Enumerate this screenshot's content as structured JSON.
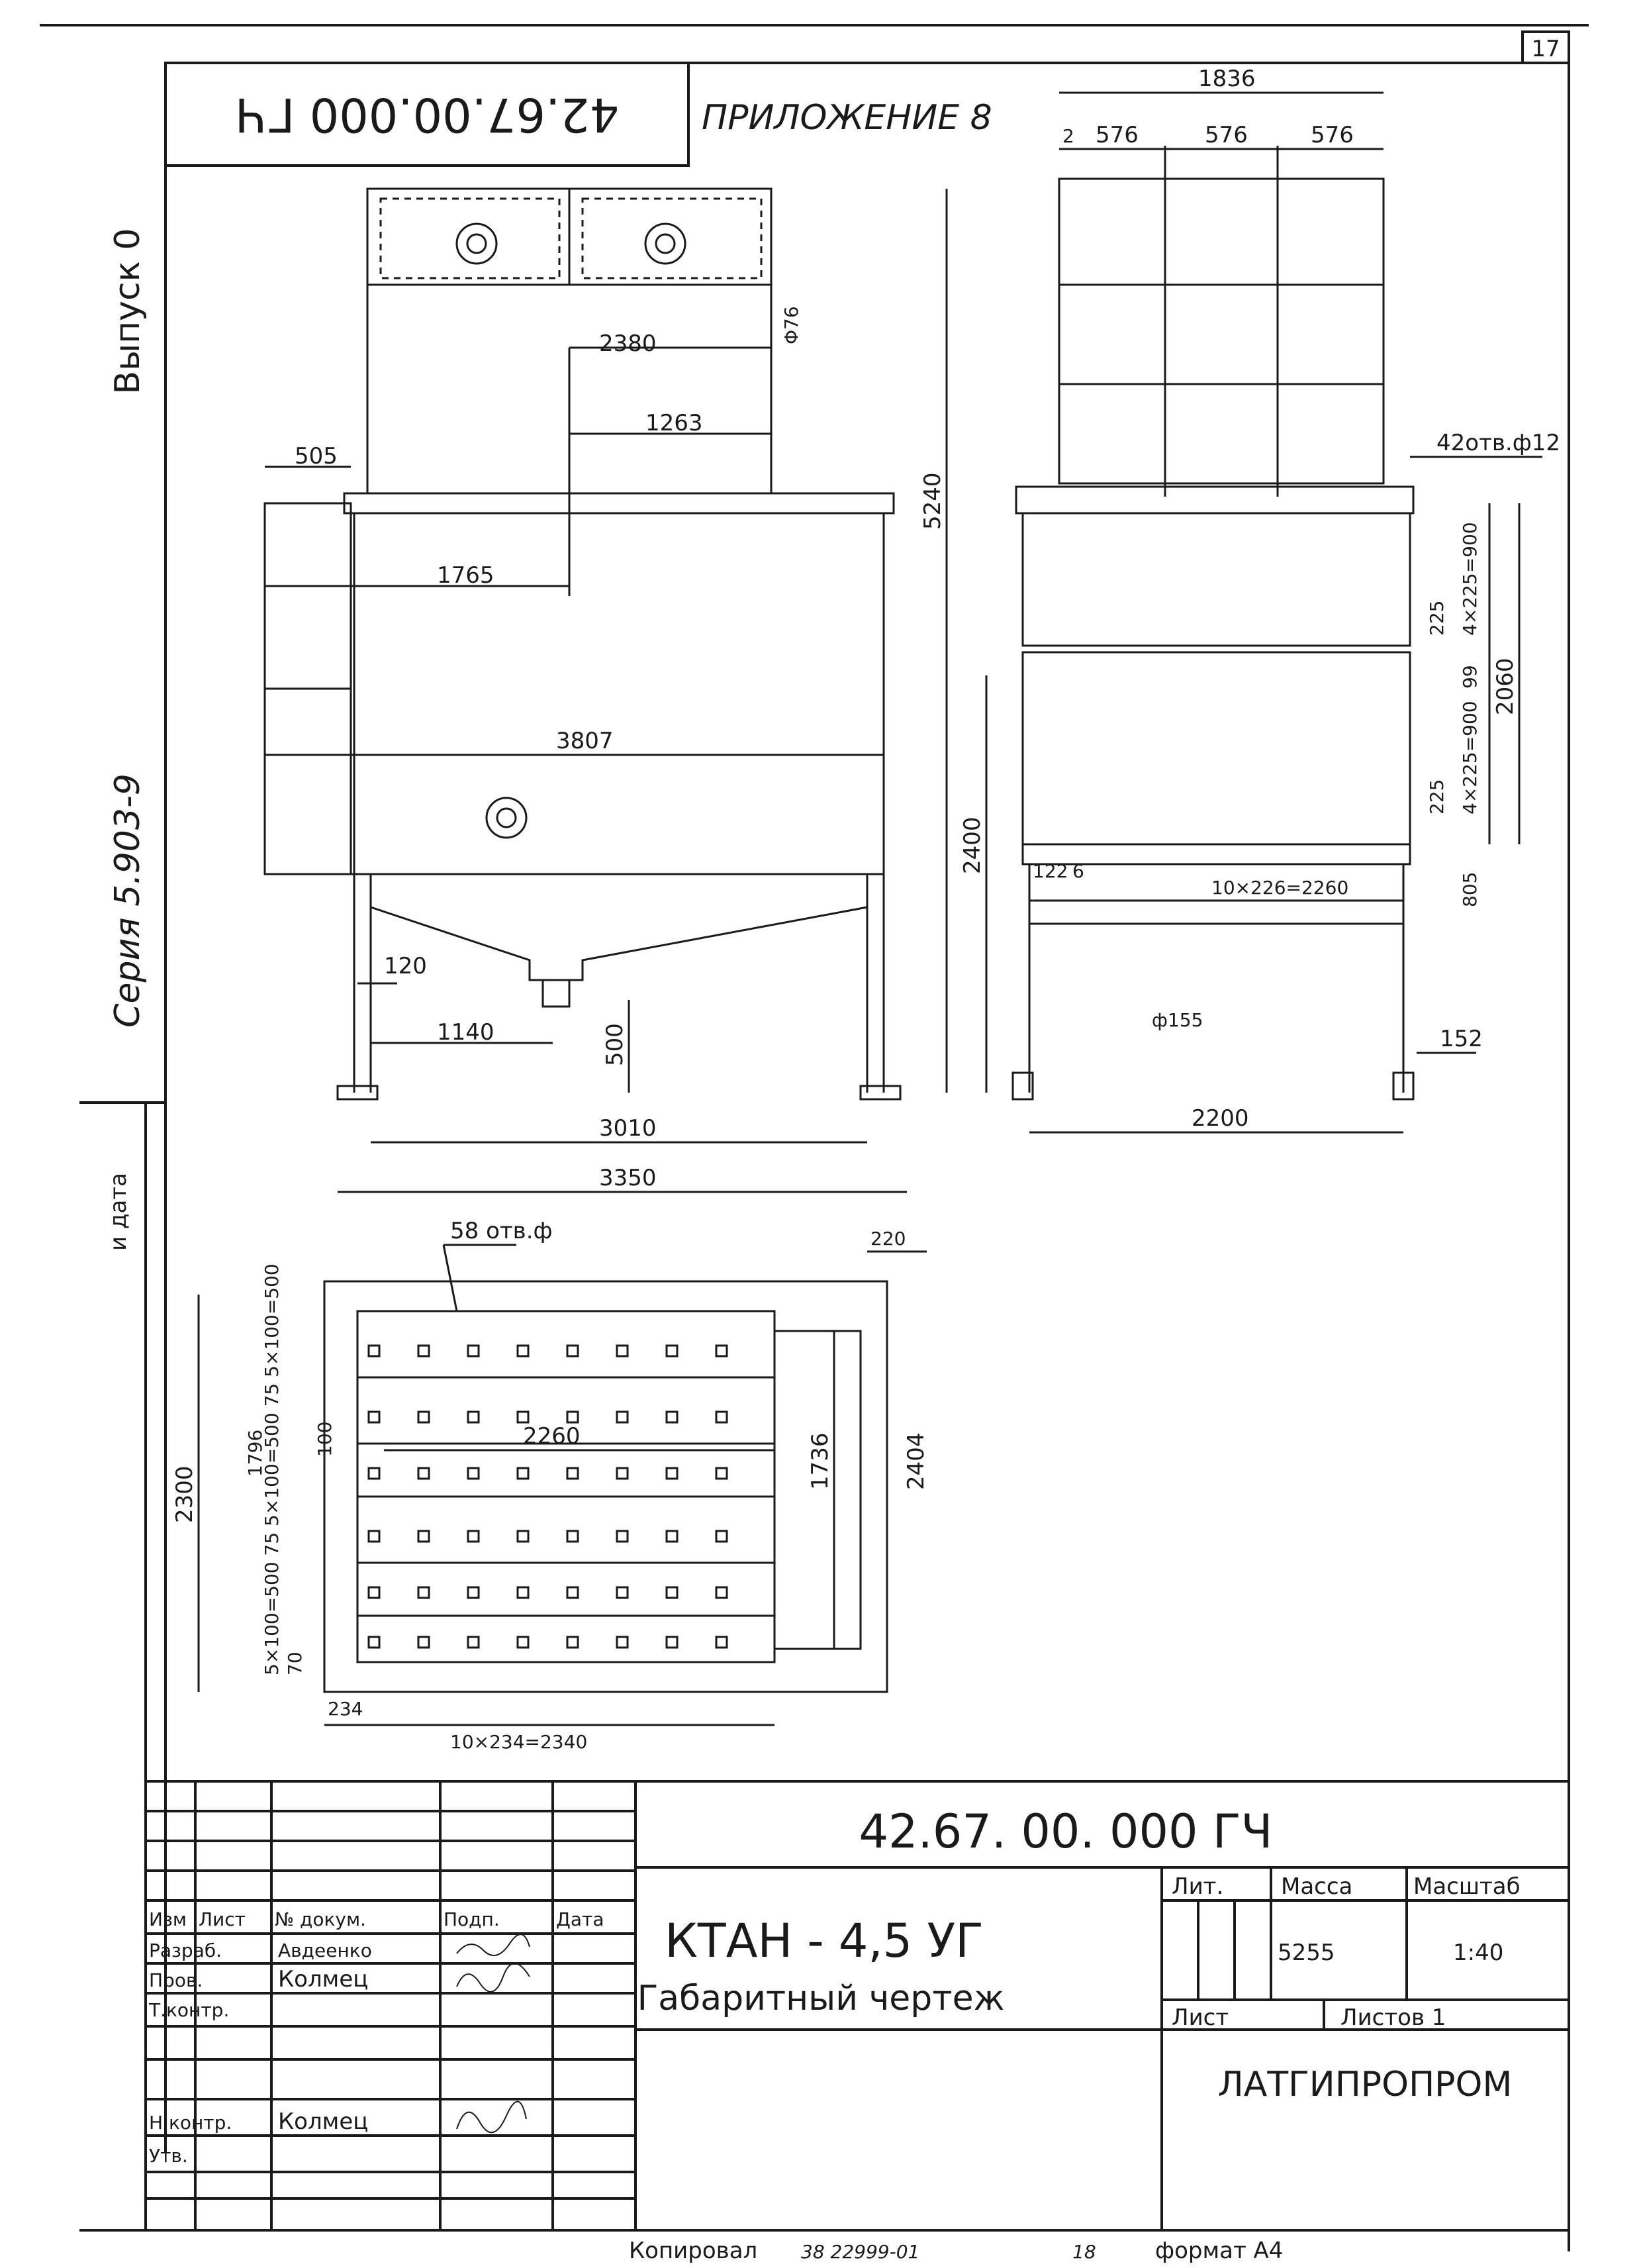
{
  "sheet": {
    "page_number": "17",
    "code_stamp_rotated": "42.67.00.000 ГЧ",
    "appendix": "ПРИЛОЖЕНИЕ 8",
    "side_issue": "Выпуск 0",
    "side_series": "Серия 5.903-9",
    "side_margin_label": "и дата"
  },
  "front_view": {
    "d_2380": "2380",
    "d_1263": "1263",
    "d_phi76": "Φ76",
    "d_505": "505",
    "d_1765": "1765",
    "d_3807": "3807",
    "d_5240": "5240",
    "d_120": "120",
    "d_1140": "1140",
    "d_500": "500",
    "d_3010": "3010",
    "d_3350": "3350"
  },
  "side_view": {
    "d_1836": "1836",
    "d_576": "576",
    "d_2": "2",
    "d_holes": "42отв.ф12",
    "d_2400": "2400",
    "d_225": "225",
    "d_stack": "4×225=900",
    "d_99": "99",
    "d_2060": "2060",
    "d_805": "805",
    "d_122": "122",
    "d_6": "6",
    "d_pitch": "10×226=2260",
    "d_phi": "ф155",
    "d_152": "152",
    "d_2200": "2200"
  },
  "plan_view": {
    "d_holes": "58 отв.ф",
    "d_220": "220",
    "d_2300": "2300",
    "d_1796": "1796",
    "d_2260": "2260",
    "d_1736": "1736",
    "d_2404": "2404",
    "d_234": "234",
    "d_pitch": "10×234=2340",
    "d_70": "70",
    "d_100": "100",
    "d_left_chain": "5×100=500 75 5×100=500 75 5×100=500"
  },
  "title_block": {
    "doc_number": "42.67. 00. 000 ГЧ",
    "product": "КТАН - 4,5 УГ",
    "doc_title": "Габаритный чертеж",
    "col_izm": "Изм",
    "col_list": "Лист",
    "col_doc": "№ докум.",
    "col_sign": "Подп.",
    "col_date": "Дата",
    "role_razrab": "Разраб.",
    "name_razrab": "Авдеенко",
    "role_prov": "Пров.",
    "name_prov": "Колмец",
    "role_tkontr": "Т.контр.",
    "role_nkontr": "Н.контр.",
    "name_nkontr": "Колмец",
    "role_utv": "Утв.",
    "lit_label": "Лит.",
    "mass_label": "Масса",
    "scale_label": "Масштаб",
    "mass_value": "5255",
    "scale_value": "1:40",
    "sheet_label": "Лист",
    "sheets_label": "Листов 1",
    "organization": "ЛАТГИПРОПРОМ"
  },
  "footer": {
    "copied": "Копировал",
    "copy_number": "38 22999-01",
    "copy_n": "18",
    "format": "формат А4"
  }
}
